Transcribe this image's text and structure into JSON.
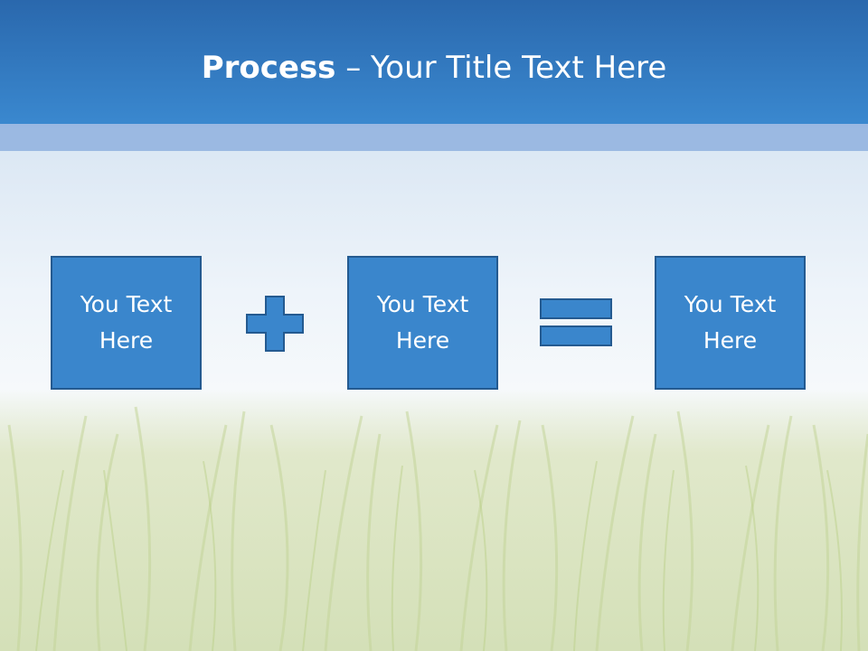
{
  "slide": {
    "title_bold": "Process",
    "title_rest": " – Your Title Text Here"
  },
  "process": {
    "boxes": [
      {
        "text": "You Text Here"
      },
      {
        "text": "You Text Here"
      },
      {
        "text": "You Text Here"
      }
    ],
    "operators": [
      "plus-icon",
      "equals-icon"
    ]
  },
  "colors": {
    "header": "#3a88cf",
    "box_fill": "#3a86cc",
    "box_border": "#245a90"
  }
}
